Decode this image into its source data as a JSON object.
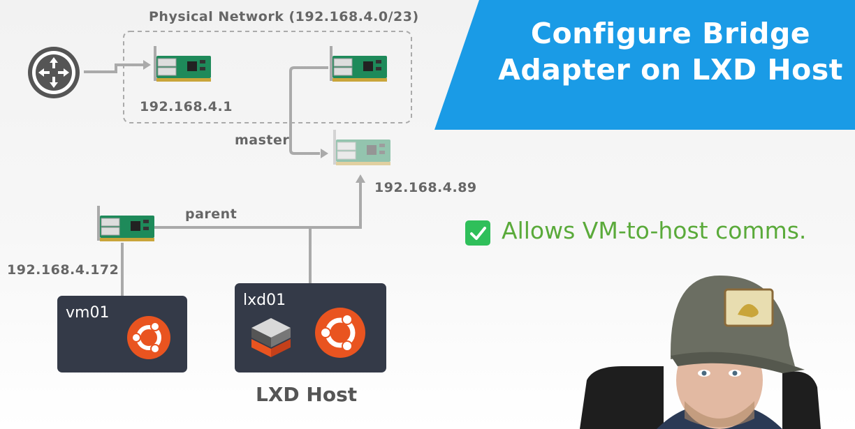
{
  "diagram": {
    "physical_network_label": "Physical Network (192.168.4.0/23)",
    "router_ip": "192.168.4.1",
    "master_label": "master",
    "bridge_ip": "192.168.4.89",
    "parent_label": "parent",
    "vm_ip": "192.168.4.172",
    "vm_name": "vm01",
    "host_name": "lxd01",
    "host_caption": "LXD Host"
  },
  "banner": {
    "title_line1": "Configure Bridge",
    "title_line2": "Adapter on LXD Host",
    "color": "#1a9be6"
  },
  "feature": {
    "text": "Allows VM-to-host comms.",
    "check_color": "#2fbf5a",
    "text_color": "#5aaa3a"
  },
  "icons": {
    "router": "router-icon",
    "nic": "network-card-icon",
    "ubuntu": "ubuntu-logo-icon",
    "lxd": "lxd-logo-icon"
  },
  "colors": {
    "box_bg": "#343a48",
    "ubuntu_orange": "#e95420",
    "line_gray": "#aaaaaa"
  }
}
